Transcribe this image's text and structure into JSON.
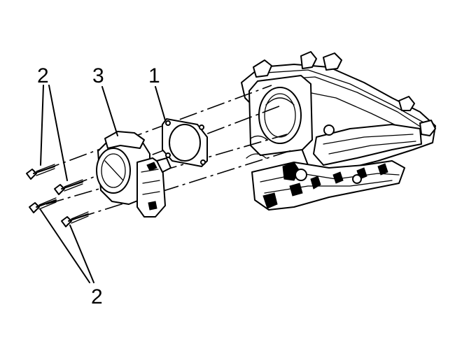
{
  "diagram": {
    "callouts": {
      "gasket": "1",
      "bolts_top": "2",
      "bolts_bottom": "2",
      "throttle_body": "3"
    }
  }
}
